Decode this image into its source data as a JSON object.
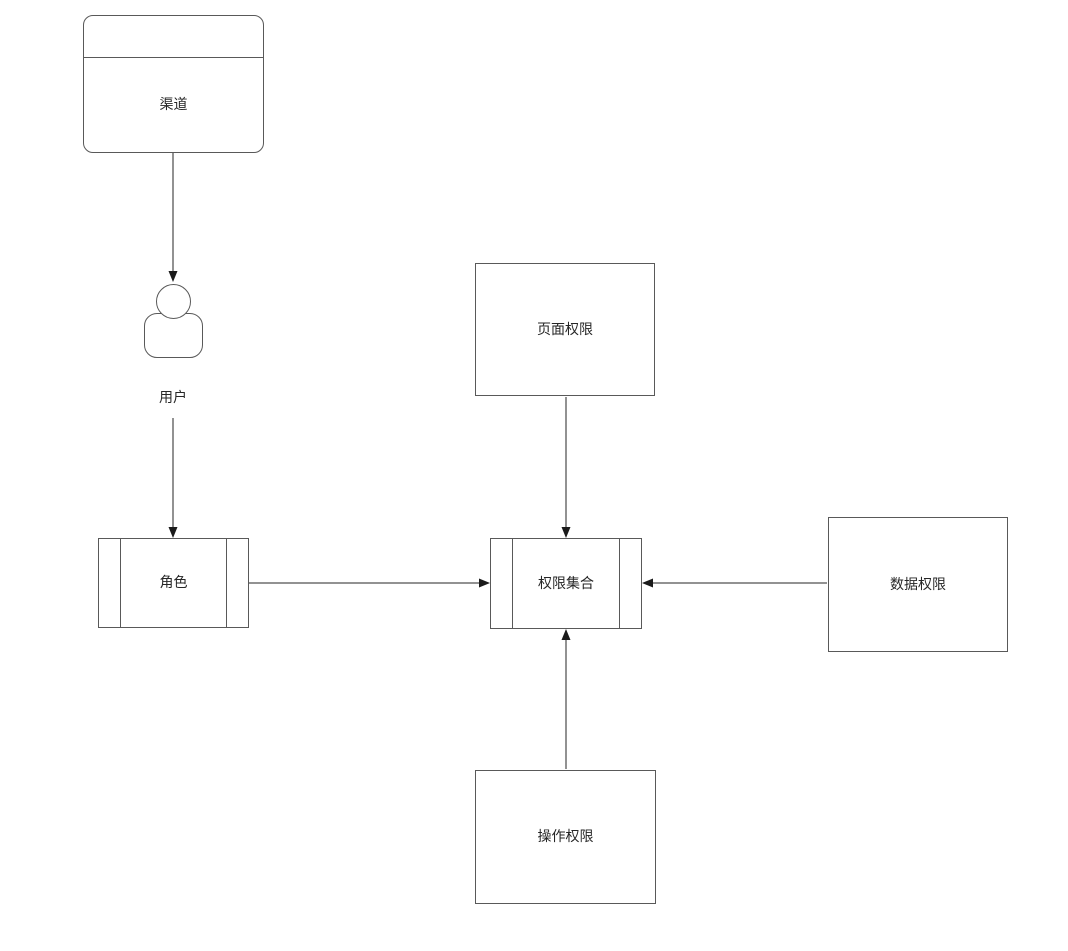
{
  "diagram": {
    "type": "flowchart",
    "nodes": {
      "channel": {
        "label": "渠道",
        "shape": "rounded-rect-with-header"
      },
      "user": {
        "label": "用户",
        "shape": "person-icon"
      },
      "role": {
        "label": "角色",
        "shape": "process"
      },
      "permission_set": {
        "label": "权限集合",
        "shape": "process"
      },
      "page_permission": {
        "label": "页面权限",
        "shape": "rect"
      },
      "data_permission": {
        "label": "数据权限",
        "shape": "rect"
      },
      "operation_permission": {
        "label": "操作权限",
        "shape": "rect"
      }
    },
    "edges": [
      {
        "from": "渠道",
        "to": "用户",
        "direction": "down"
      },
      {
        "from": "用户",
        "to": "角色",
        "direction": "down"
      },
      {
        "from": "角色",
        "to": "权限集合",
        "direction": "right"
      },
      {
        "from": "页面权限",
        "to": "权限集合",
        "direction": "down"
      },
      {
        "from": "数据权限",
        "to": "权限集合",
        "direction": "left"
      },
      {
        "from": "操作权限",
        "to": "权限集合",
        "direction": "up"
      }
    ],
    "colors": {
      "background": "#ffffff",
      "box_border": "#595959",
      "connector_line": "#262626",
      "arrowhead": "#1a1a1a",
      "text": "#262626"
    }
  }
}
